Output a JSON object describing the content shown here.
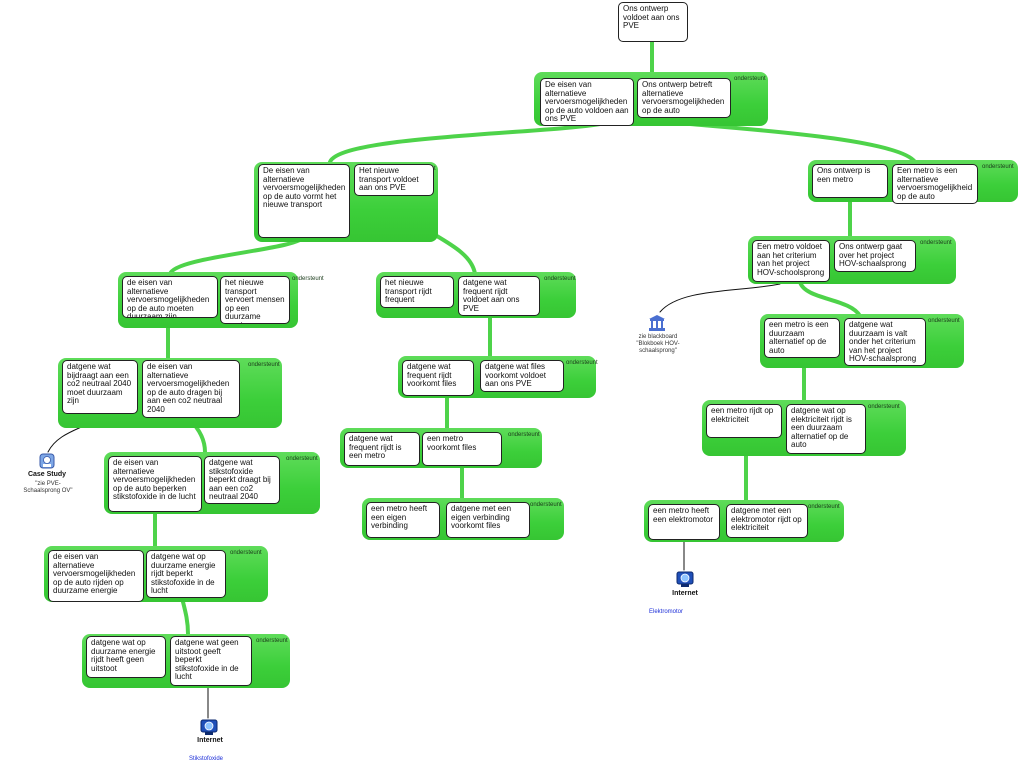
{
  "colors": {
    "group": "#3ccf3a",
    "connector": "#4ed34a",
    "node_border": "#222222",
    "link": "#1d2fd8"
  },
  "support_label": "ondersteunt",
  "nodes": {
    "n_root": "Ons ontwerp\nvoldoet aan ons\nPVE",
    "n_a1": "De eisen van\nalternatieve\nvervoersmogelijkheden\nop de auto voldoen aan\nons PVE",
    "n_a2": "Ons ontwerp betreft\nalternatieve\nvervoersmogelijkheden\nop de auto",
    "n_b1": "De eisen van\nalternatieve\nvervoersmogelijkheden\nop de auto vormt het\nnieuwe transport",
    "n_b2": "Het nieuwe\ntransport voldoet\naan ons PVE",
    "n_c1": "de eisen van\nalternatieve\nvervoersmogelijkheden\nop de auto moeten\nduurzaam zijn",
    "n_c2": "het nieuwe\ntransport\nvervoert mensen\nop een duurzame\nmanier",
    "n_d1": "datgene wat\nbijdraagt aan een\nco2 neutraal 2040\nmoet duurzaam\nzijn",
    "n_d2": "de eisen van\nalternatieve\nvervoersmogelijkheden\nop de auto dragen bij\naan een co2 neutraal\n2040",
    "n_e1": "de eisen van\nalternatieve\nvervoersmogelijkheden\nop de auto beperken\nstikstofoxide in de lucht",
    "n_e2": "datgene wat\nstikstofoxide\nbeperkt draagt bij\naan een co2\nneutraal 2040",
    "n_f1": "de eisen van\nalternatieve\nvervoersmogelijkheden\nop de auto rijden op\nduurzame energie",
    "n_f2": "datgene wat op\nduurzame energie\nrijdt beperkt\nstikstofoxide in de\nlucht",
    "n_g1": "datgene wat op\nduurzame energie\nrijdt heeft geen\nuitstoot",
    "n_g2": "datgene wat geen\nuitstoot geeft\nbeperkt\nstikstofoxide in de\nlucht",
    "n_h1": "het nieuwe\ntransport rijdt\nfrequent",
    "n_h2": "datgene wat\nfrequent rijdt\nvoldoet aan ons\nPVE",
    "n_i1": "datgene wat\nfrequent rijdt\nvoorkomt files",
    "n_i2": "datgene wat files\nvoorkomt voldoet\naan ons PVE",
    "n_j1": "datgene wat\nfrequent rijdt is\neen metro",
    "n_j2": "een metro\nvoorkomt files",
    "n_k1": "een metro heeft\neen eigen\nverbinding",
    "n_k2": "datgene met een\neigen verbinding\nvoorkomt files",
    "n_l1": "Ons ontwerp is\neen metro",
    "n_l2": "Een metro is een\nalternatieve\nvervoersmogelijkheid\nop de auto",
    "n_m1": "Een metro voldoet\naan het criterium\nvan het project\nHOV-schoolsprong",
    "n_m2": "Ons ontwerp gaat\nover het project\nHOV-schaalsprong",
    "n_o1": "een metro is een\nduurzaam\nalternatief op de\nauto",
    "n_o2": "datgene wat\nduurzaam is valt\nonder het criterium\nvan het project\nHOV-schaalsprong",
    "n_p1": "een metro rijdt op\nelektriciteit",
    "n_p2": "datgene wat op\nelektriciteit rijdt is\neen duurzaam\nalternatief op de\nauto",
    "n_q1": "een metro heeft\neen elektromotor",
    "n_q2": "datgene met een\nelektromotor rijdt op\nelektriciteit"
  },
  "sources": {
    "case_study": {
      "icon": "case-study-icon",
      "title": "Case Study",
      "caption": "\"zie PVE-\nSchaalsprong OV\""
    },
    "blackboard": {
      "icon": "library-icon",
      "caption": "zie blackboard\n\"Blokboek HOV-\nschaalsprong\""
    },
    "internet_1": {
      "icon": "internet-icon",
      "title": "Internet",
      "link": "Stikstofoxide"
    },
    "internet_2": {
      "icon": "internet-icon",
      "title": "Internet",
      "link": "Elektromotor"
    }
  }
}
